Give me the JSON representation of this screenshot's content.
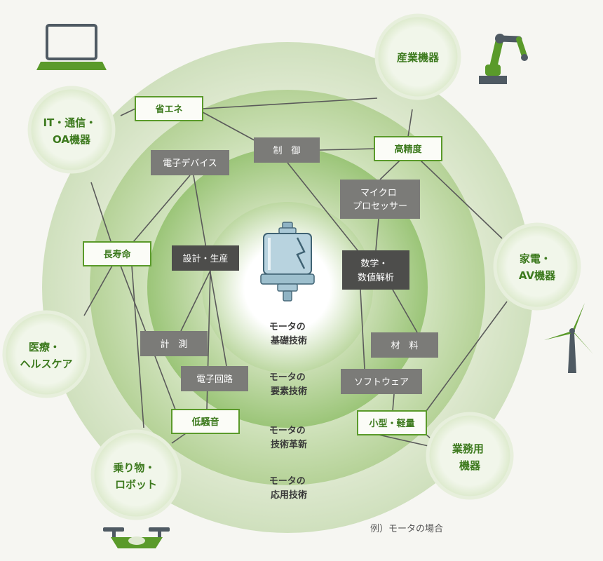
{
  "rings": [
    {
      "label_lines": [
        "モータの",
        "基礎技術"
      ]
    },
    {
      "label_lines": [
        "モータの",
        "要素技術"
      ]
    },
    {
      "label_lines": [
        "モータの",
        "技術革新"
      ]
    },
    {
      "label_lines": [
        "モータの",
        "応用技術"
      ]
    }
  ],
  "applications": [
    {
      "id": "industrial",
      "label_lines": [
        "産業機器"
      ]
    },
    {
      "id": "it",
      "label_lines": [
        "IT・通信・",
        "OA機器"
      ]
    },
    {
      "id": "appliance",
      "label_lines": [
        "家電・",
        "AV機器"
      ]
    },
    {
      "id": "medical",
      "label_lines": [
        "医療・",
        "ヘルスケア"
      ]
    },
    {
      "id": "business",
      "label_lines": [
        "業務用",
        "機器"
      ]
    },
    {
      "id": "vehicle",
      "label_lines": [
        "乗り物・",
        "ロボット"
      ]
    }
  ],
  "innovations": [
    {
      "id": "energy",
      "label": "省エネ"
    },
    {
      "id": "precision",
      "label": "高精度"
    },
    {
      "id": "longlife",
      "label": "長寿命"
    },
    {
      "id": "lownoise",
      "label": "低騒音"
    },
    {
      "id": "compact",
      "label": "小型・軽量"
    }
  ],
  "elements": [
    {
      "id": "control",
      "label_lines": [
        "制　御"
      ]
    },
    {
      "id": "device",
      "label_lines": [
        "電子デバイス"
      ]
    },
    {
      "id": "micro",
      "label_lines": [
        "マイクロ",
        "プロセッサー"
      ]
    },
    {
      "id": "measure",
      "label_lines": [
        "計　測"
      ]
    },
    {
      "id": "circuit",
      "label_lines": [
        "電子回路"
      ]
    },
    {
      "id": "material",
      "label_lines": [
        "材　料"
      ]
    },
    {
      "id": "software",
      "label_lines": [
        "ソフトウェア"
      ]
    }
  ],
  "fundamentals": [
    {
      "id": "design",
      "label_lines": [
        "設計・生産"
      ]
    },
    {
      "id": "math",
      "label_lines": [
        "数学・",
        "数値解析"
      ]
    }
  ],
  "icons": [
    "laptop-icon",
    "robot-arm-icon",
    "wind-turbine-icon",
    "drone-icon",
    "motor-icon"
  ],
  "colors": {
    "green_dark": "#5a9a2a",
    "green_text": "#3d7a1e",
    "box_gray": "#7b7b78",
    "box_dark": "#4d4d4b",
    "line": "#5a5a5a"
  },
  "note": "例）モータの場合"
}
